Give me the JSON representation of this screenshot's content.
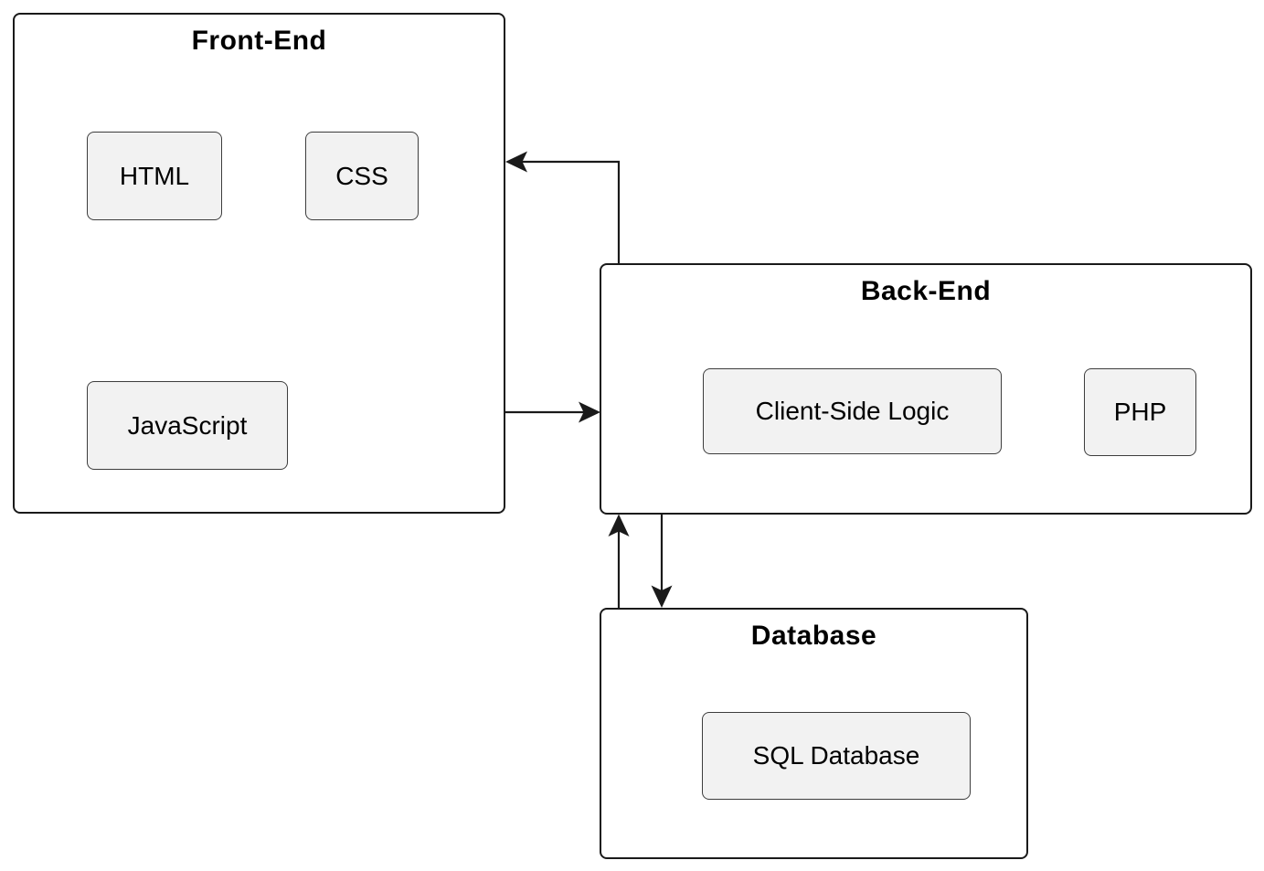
{
  "diagram": {
    "containers": {
      "frontend": {
        "title": "Front-End",
        "nodes": {
          "html": {
            "label": "HTML"
          },
          "css": {
            "label": "CSS"
          },
          "javascript": {
            "label": "JavaScript"
          }
        }
      },
      "backend": {
        "title": "Back-End",
        "nodes": {
          "client_side_logic": {
            "label": "Client-Side Logic"
          },
          "php": {
            "label": "PHP"
          }
        }
      },
      "database": {
        "title": "Database",
        "nodes": {
          "sql_database": {
            "label": "SQL Database"
          }
        }
      }
    },
    "connections": [
      {
        "from": "Front-End",
        "to": "Back-End",
        "arrow": "right"
      },
      {
        "from": "Back-End",
        "to": "Front-End",
        "arrow": "left"
      },
      {
        "from": "Back-End",
        "to": "Database",
        "arrow": "down"
      },
      {
        "from": "Database",
        "to": "Back-End",
        "arrow": "up"
      }
    ],
    "colors": {
      "background": "#ffffff",
      "container_fill": "#ffffff",
      "container_border": "#1a1a1a",
      "node_fill": "#f2f2f2",
      "node_border": "#3d3d3d",
      "connector": "#1a1a1a",
      "text": "#000000"
    }
  }
}
